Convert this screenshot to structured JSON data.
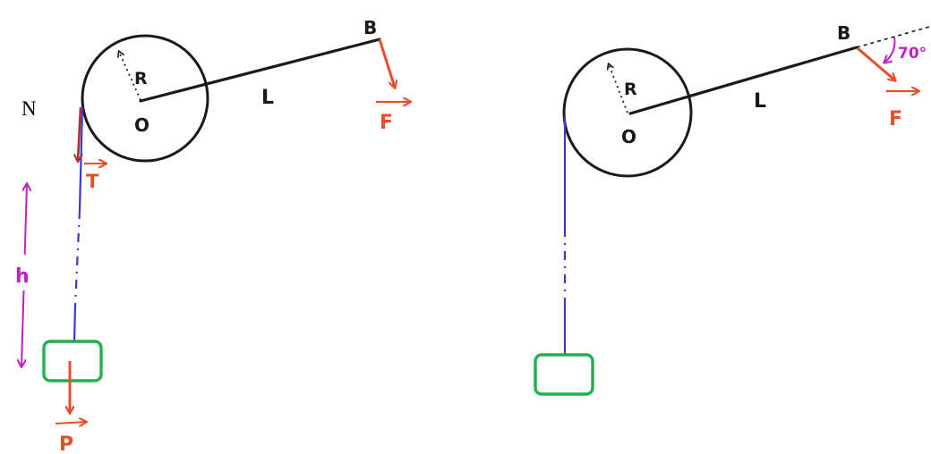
{
  "colors": {
    "outline": "#1a1a1a",
    "rope": "#3a3ad0",
    "force": "#e5502a",
    "tension": "#b03030",
    "dimension": "#c020c0",
    "weight_box": "#22b04a"
  },
  "left_figure": {
    "point_n": "N",
    "radius_label": "R",
    "center_label": "O",
    "lever_label": "L",
    "end_label": "B",
    "force_label": "F",
    "tension_label": "T",
    "height_label": "h",
    "weight_label": "P"
  },
  "right_figure": {
    "radius_label": "R",
    "center_label": "O",
    "lever_label": "L",
    "end_label": "B",
    "force_label": "F",
    "angle_label": "70°"
  },
  "icons": [
    "arrow-icon",
    "pulley-icon",
    "weight-block-icon"
  ]
}
